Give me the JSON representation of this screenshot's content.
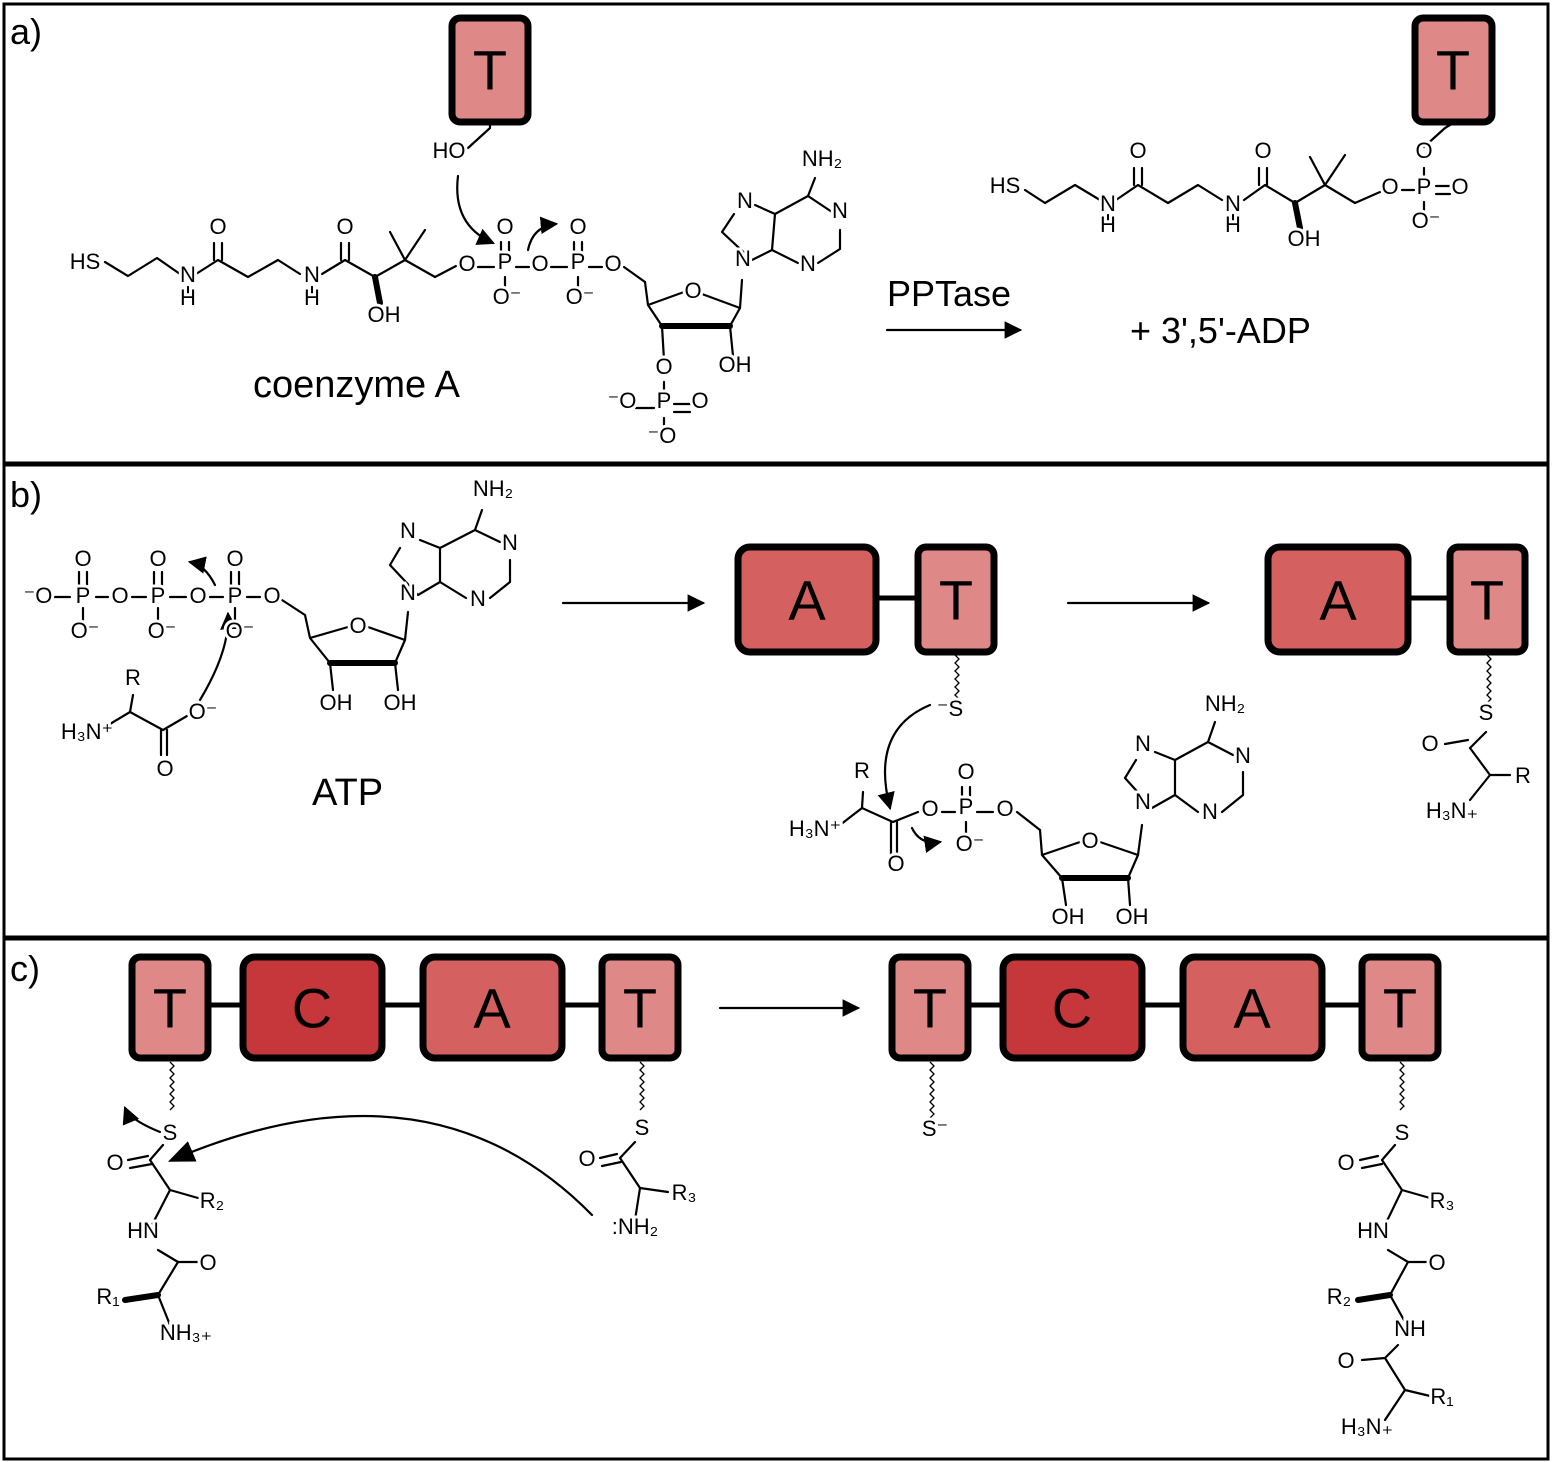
{
  "panel_a": {
    "label": "a)",
    "caption": "coenzyme A",
    "enzyme": "PPTase",
    "product": "+ 3',5'-ADP",
    "domains": [
      "T",
      "T"
    ],
    "atoms": [
      "HS",
      "N",
      "H",
      "O",
      "N",
      "H",
      "O",
      "OH",
      "HO",
      "O",
      "P",
      "O",
      "O⁻",
      "O",
      "P",
      "O",
      "O⁻",
      "O",
      "O",
      "OH",
      "O",
      "⁻O",
      "P",
      "O",
      "⁻O",
      "N",
      "N",
      "N",
      "N",
      "NH₂",
      "HS",
      "N",
      "H",
      "O",
      "N",
      "H",
      "O",
      "OH",
      "O",
      "O",
      "P",
      "O",
      "O⁻"
    ]
  },
  "panel_b": {
    "label": "b)",
    "caption": "ATP",
    "domains": [
      "A",
      "T",
      "A",
      "T"
    ],
    "atoms": [
      "⁻O",
      "P",
      "O",
      "O⁻",
      "O",
      "P",
      "O",
      "O⁻",
      "O",
      "P",
      "O",
      "O⁻",
      "O",
      "O",
      "OH",
      "OH",
      "N",
      "N",
      "N",
      "N",
      "NH₂",
      "R",
      "H₃N⁺",
      "O⁻",
      "O",
      "⁻S",
      "R",
      "H₃N⁺",
      "O",
      "O",
      "P",
      "O",
      "O⁻",
      "O",
      "O",
      "OH",
      "OH",
      "N",
      "N",
      "N",
      "N",
      "NH₂",
      "S",
      "O",
      "R",
      "H₃N₊"
    ]
  },
  "panel_c": {
    "label": "c)",
    "domains": [
      "T",
      "C",
      "A",
      "T",
      "T",
      "C",
      "A",
      "T"
    ],
    "atoms": [
      "S",
      "O",
      "R₂",
      "HN",
      "O",
      "R₁",
      "NH₃₊",
      "S",
      "O",
      "R₃",
      ":NH₂",
      "S⁻",
      "S",
      "O",
      "R₃",
      "HN",
      "O",
      "R₂",
      "NH",
      "O",
      "R₁",
      "H₃N₊"
    ]
  },
  "colors": {
    "T": "#df8888",
    "A": "#d56060",
    "C": "#c5373a"
  }
}
